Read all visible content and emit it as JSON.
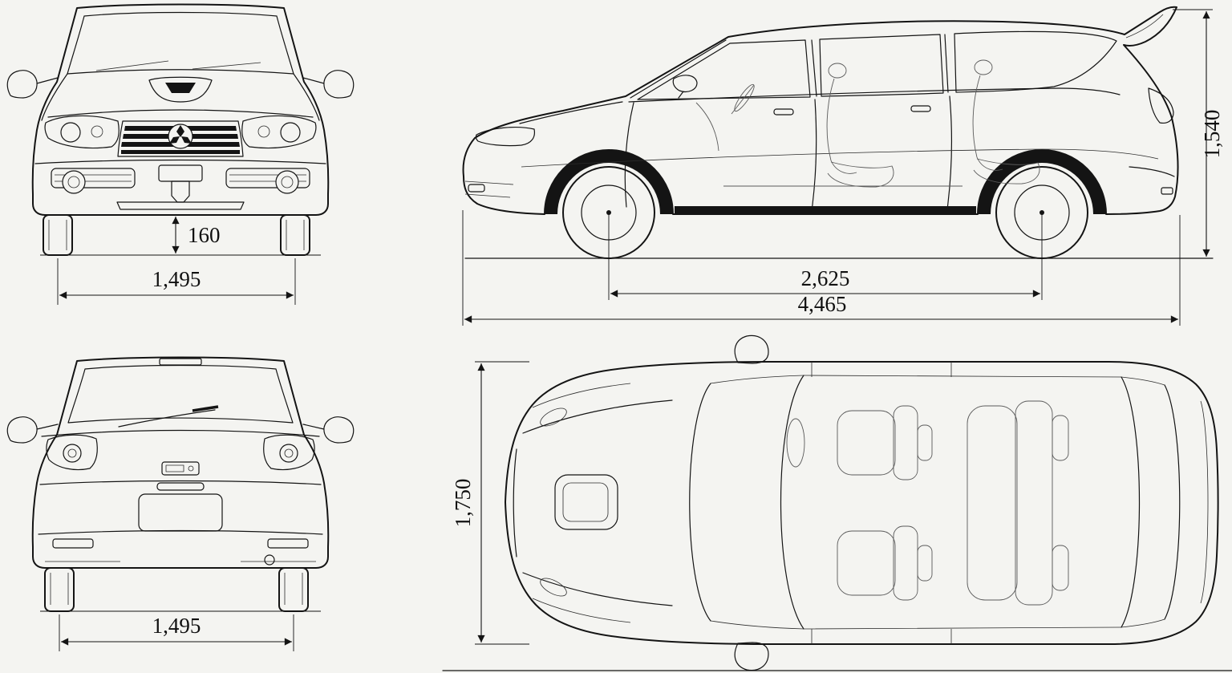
{
  "colors": {
    "background": "#f4f4f1",
    "line": "#141414"
  },
  "views": {
    "front": {
      "ground_clearance": "160",
      "track_width": "1,495"
    },
    "side": {
      "wheelbase": "2,625",
      "overall_length": "4,465",
      "overall_height": "1,540"
    },
    "rear": {
      "track_width": "1,495"
    },
    "top": {
      "overall_width": "1,750"
    }
  }
}
